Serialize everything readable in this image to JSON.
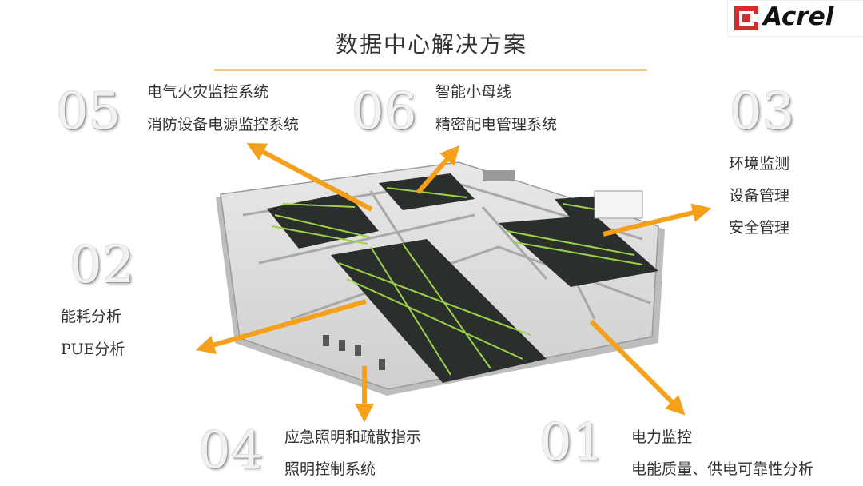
{
  "title": "数据中心解决方案",
  "logo": {
    "text": "Acrel",
    "brand_color": "#d22c2c"
  },
  "accent_color": "#f5a01a",
  "sections": {
    "s05": {
      "number": "05",
      "lines": [
        "电气火灾监控系统",
        "消防设备电源监控系统"
      ]
    },
    "s06": {
      "number": "06",
      "lines": [
        "智能小母线",
        "精密配电管理系统"
      ]
    },
    "s03": {
      "number": "03",
      "lines": [
        "环境监测",
        "设备管理",
        "安全管理"
      ]
    },
    "s02": {
      "number": "02",
      "lines": [
        "能耗分析",
        "PUE分析"
      ]
    },
    "s04": {
      "number": "04",
      "lines": [
        "应急照明和疏散指示",
        "照明控制系统"
      ]
    },
    "s01": {
      "number": "01",
      "lines": [
        "电力监控",
        "电能质量、供电可靠性分析"
      ]
    }
  }
}
